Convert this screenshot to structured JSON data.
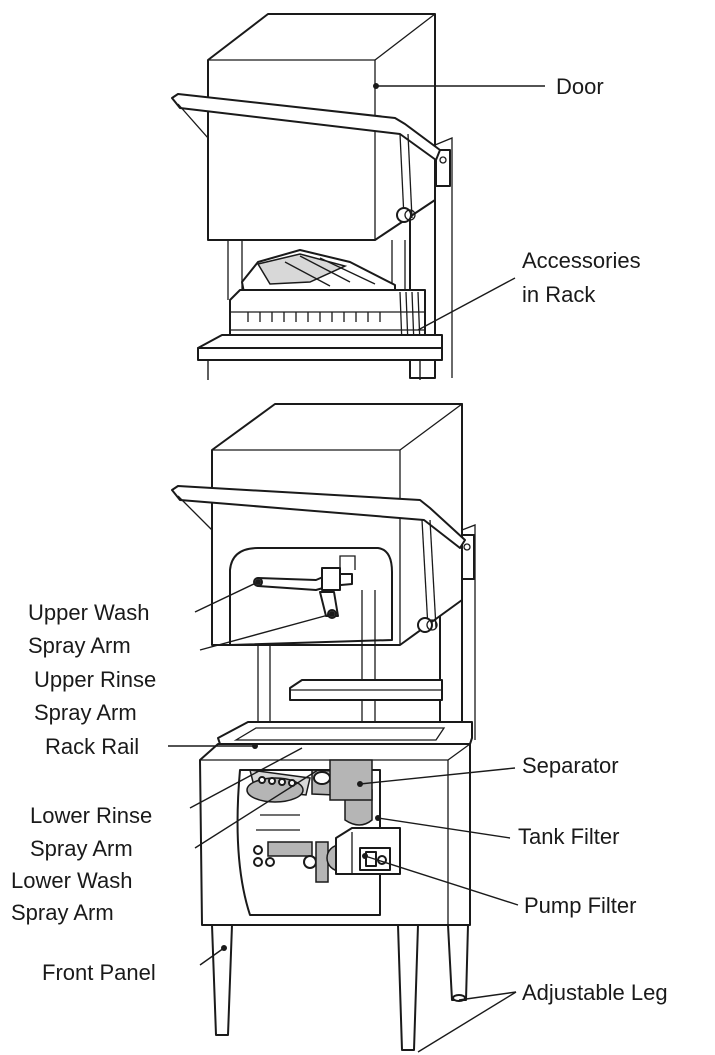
{
  "labels": {
    "door": "Door",
    "accessories_1": "Accessories",
    "accessories_2": "in Rack",
    "upper_wash_1": "Upper Wash",
    "upper_wash_2": "Spray Arm",
    "upper_rinse_1": "Upper Rinse",
    "upper_rinse_2": "Spray Arm",
    "rack_rail": "Rack Rail",
    "separator": "Separator",
    "lower_rinse_1": "Lower Rinse",
    "lower_rinse_2": "Spray Arm",
    "tank_filter": "Tank Filter",
    "lower_wash_1": "Lower Wash",
    "lower_wash_2": "Spray Arm",
    "pump_filter": "Pump Filter",
    "front_panel": "Front Panel",
    "adjustable_leg": "Adjustable Leg"
  }
}
